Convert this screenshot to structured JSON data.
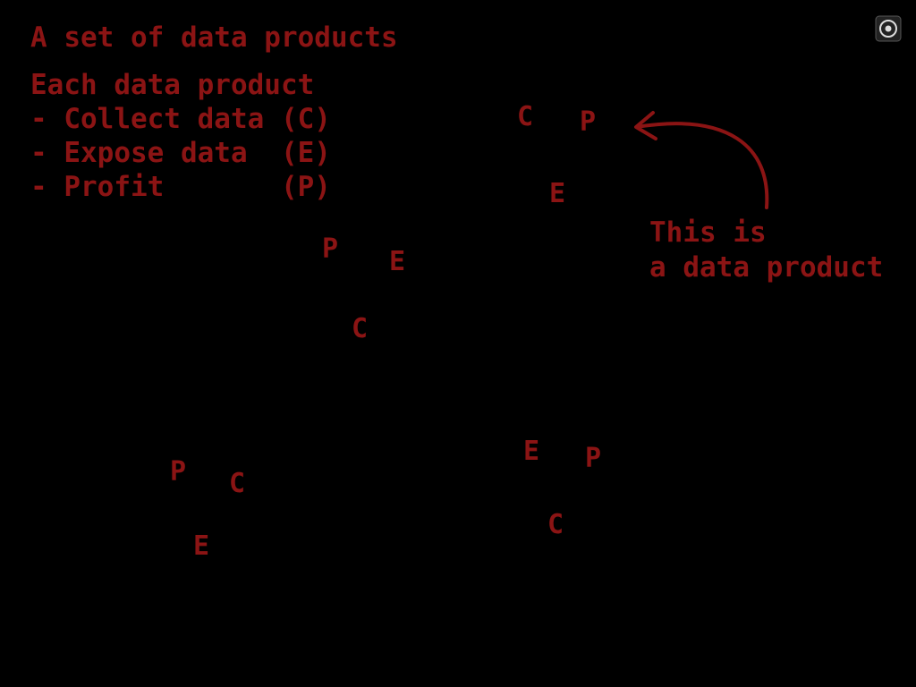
{
  "slide": {
    "title": "A set of data products",
    "intro": "Each data product",
    "items": [
      "- Collect data (C)",
      "- Expose data  (E)",
      "- Profit       (P)"
    ]
  },
  "annotation": {
    "line1": "This is",
    "line2": "a data product"
  },
  "products": [
    {
      "c": "C",
      "e": "E",
      "p": "P"
    },
    {
      "c": "C",
      "e": "E",
      "p": "P"
    },
    {
      "c": "C",
      "e": "E",
      "p": "P"
    },
    {
      "c": "C",
      "e": "E",
      "p": "P"
    }
  ],
  "colors": {
    "background": "#000000",
    "accent": "#8b1414"
  },
  "icons": {
    "corner": "record-icon"
  }
}
